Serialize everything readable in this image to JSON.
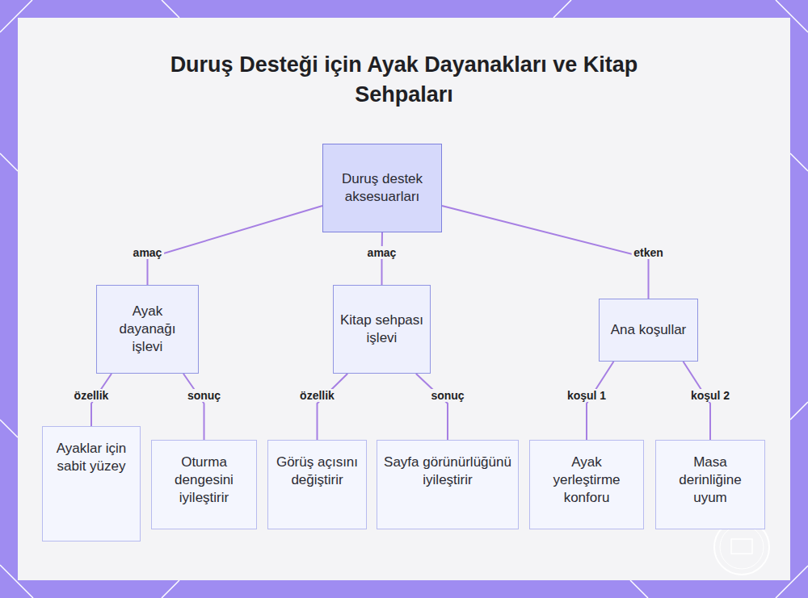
{
  "diagram": {
    "title": "Duruş Desteği için Ayak Dayanakları ve Kitap Sehpaları",
    "nodes": [
      {
        "text": [
          "Duruş destek aksesuarları"
        ]
      },
      {
        "text": [
          "Ayak dayanağı işlevi"
        ]
      },
      {
        "text": [
          "Kitap sehpası işlevi"
        ]
      },
      {
        "text": [
          "Ana koşullar"
        ]
      },
      {
        "text": [
          "Ayaklar için sabit yüzey"
        ]
      },
      {
        "text": [
          "Oturma dengesini iyileştirir"
        ]
      },
      {
        "text": [
          "Görüş açısını değiştirir"
        ]
      },
      {
        "text": [
          "Sayfa görünürlüğünü iyileştirir"
        ]
      },
      {
        "text": [
          "Ayak yerleştirme konforu"
        ]
      },
      {
        "text": [
          "Masa derinliğine uyum"
        ]
      }
    ],
    "edges": [
      {
        "from": 0,
        "to": 1,
        "label": "amaç",
        "arrow": "none"
      },
      {
        "from": 0,
        "to": 2,
        "label": "amaç",
        "arrow": "none"
      },
      {
        "from": 0,
        "to": 3,
        "label": "etken",
        "arrow": "none"
      },
      {
        "from": 1,
        "to": 4,
        "label": "özellik",
        "arrow": "none"
      },
      {
        "from": 1,
        "to": 5,
        "label": "sonuç",
        "arrow": "none"
      },
      {
        "from": 2,
        "to": 6,
        "label": "özellik",
        "arrow": "none"
      },
      {
        "from": 2,
        "to": 7,
        "label": "sonuç",
        "arrow": "none"
      },
      {
        "from": 3,
        "to": 8,
        "label": "koşul 1",
        "arrow": "none"
      },
      {
        "from": 3,
        "to": 9,
        "label": "koşul 2",
        "arrow": "none"
      }
    ]
  }
}
